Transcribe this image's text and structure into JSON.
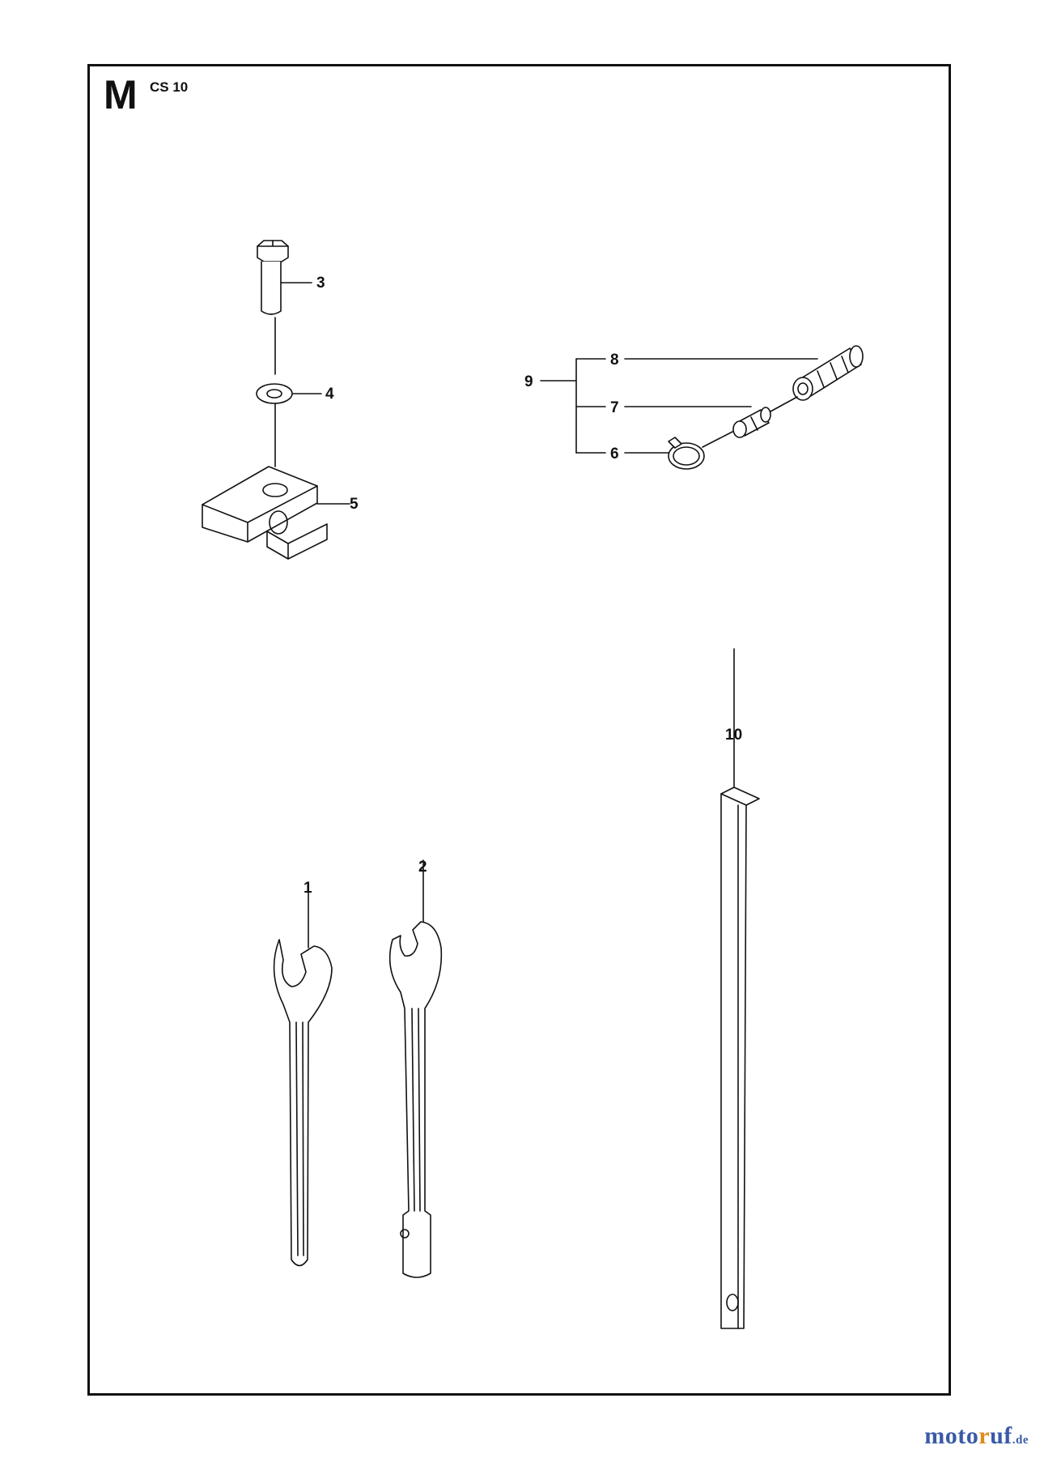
{
  "header": {
    "section_letter": "M",
    "model": "CS 10"
  },
  "callouts": {
    "c1": "1",
    "c2": "2",
    "c3": "3",
    "c4": "4",
    "c5": "5",
    "c6": "6",
    "c7": "7",
    "c8": "8",
    "c9": "9",
    "c10": "10"
  },
  "watermark": {
    "part1": "moto",
    "part2": "r",
    "part3": "uf",
    "tld": ".de"
  },
  "colors": {
    "line": "#111111",
    "watermark_blue": "#3a5aa8",
    "watermark_orange": "#e08a1c"
  }
}
